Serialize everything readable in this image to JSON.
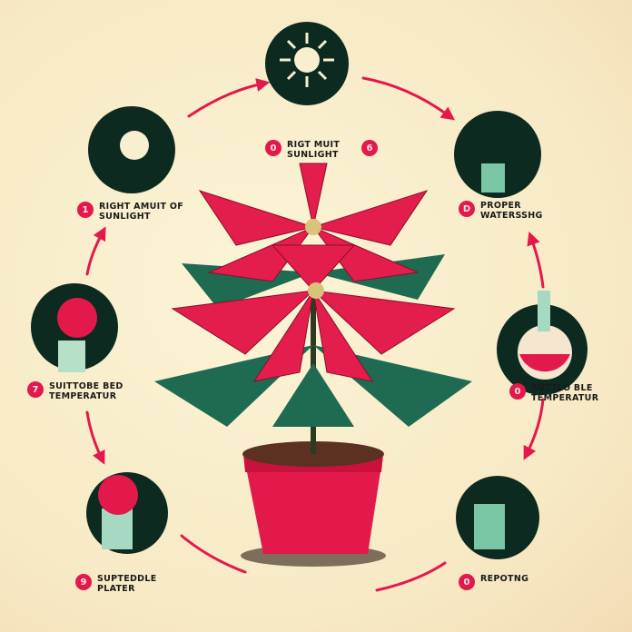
{
  "colors": {
    "background": "#f8edca",
    "accent_red": "#e3194b",
    "leaf_green": "#1f6b52",
    "dark": "#0d2a20"
  },
  "steps": [
    {
      "number": "1",
      "label": "Right amuit of sunlight",
      "icon": "sun-hand-icon"
    },
    {
      "number": "0",
      "number_right": "6",
      "label": "Rigt muit sunlight",
      "icon": "sun-icon"
    },
    {
      "number": "D",
      "label": "Proper watersshg",
      "icon": "watering-icon"
    },
    {
      "number": "0",
      "label": "Suttlo ble temperatur",
      "icon": "flask-icon"
    },
    {
      "number": "0",
      "label": "Repotng",
      "icon": "repotting-icon"
    },
    {
      "number": "9",
      "label": "Supteddle plater",
      "icon": "potted-poinsettia-icon"
    },
    {
      "number": "7",
      "label": "Suittobe bed temperatur",
      "icon": "poinsettia-hand-icon"
    }
  ],
  "center": {
    "subject": "poinsettia-in-red-pot"
  }
}
